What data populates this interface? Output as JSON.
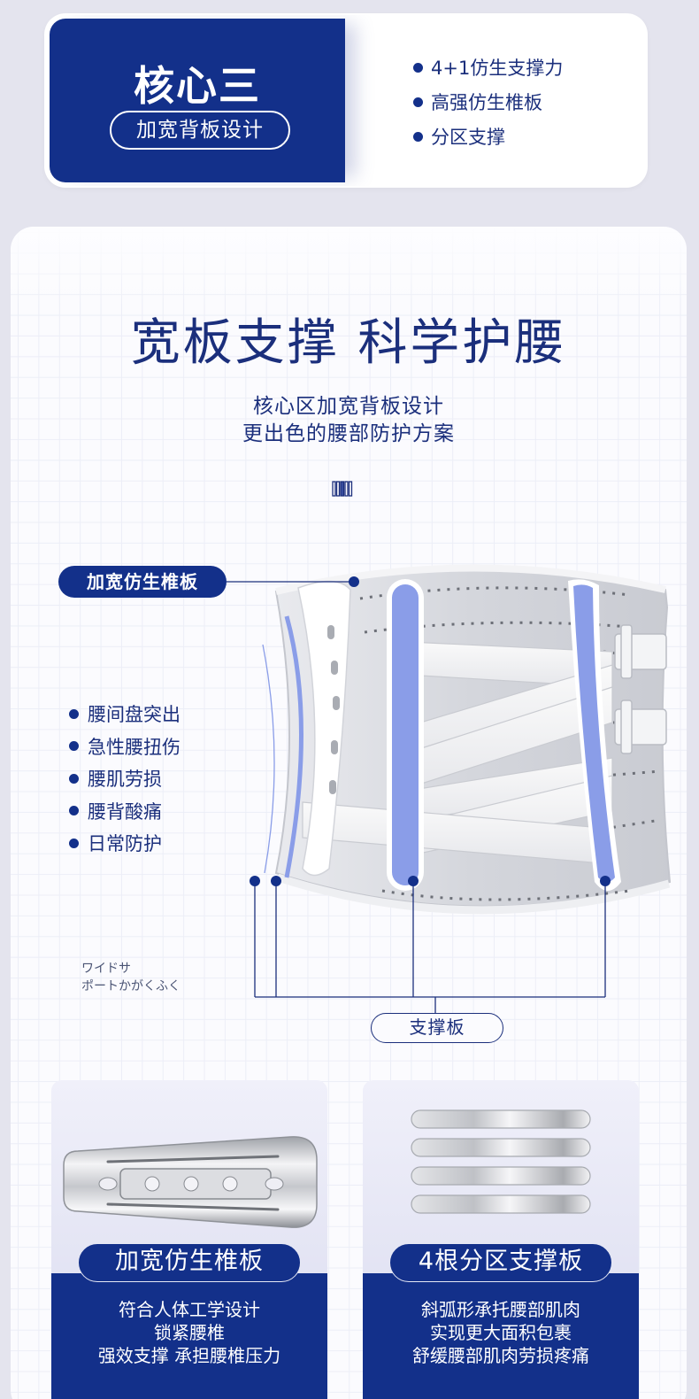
{
  "header": {
    "title": "核心三",
    "subtitle_pill": "加宽背板设计",
    "features": [
      "4+1仿生支撑力",
      "高强仿生椎板",
      "分区支撑"
    ]
  },
  "main": {
    "headline": "宽板支撑 科学护腰",
    "subtitle_lines": [
      "核心区加宽背板设计",
      "更出色的腰部防护方案"
    ],
    "decor_icon": "bars-icon",
    "callout_spine_label": "加宽仿生椎板",
    "conditions": [
      "腰间盘突出",
      "急性腰扭伤",
      "腰肌劳损",
      "腰背酸痛",
      "日常防护"
    ],
    "japanese_text_lines": [
      "ワイドサ",
      "ポートかがくふく"
    ],
    "callout_boards_label": "支撑板"
  },
  "feature_cards": [
    {
      "image": "spine-plate-image",
      "title": "加宽仿生椎板",
      "description_lines": [
        "符合人体工学设计",
        "锁紧腰椎",
        "强效支撑 承担腰椎压力"
      ]
    },
    {
      "image": "four-support-strips-image",
      "title": "4根分区支撑板",
      "description_lines": [
        "斜弧形承托腰部肌肉",
        "实现更大面积包裹",
        "舒缓腰部肌肉劳损疼痛"
      ]
    }
  ],
  "colors": {
    "navy": "#13308a",
    "text_navy": "#1b2f7c",
    "accent_lavender": "#8a9de8",
    "page_bg": "#e4e4ee",
    "grid_line": "#eceef7"
  }
}
